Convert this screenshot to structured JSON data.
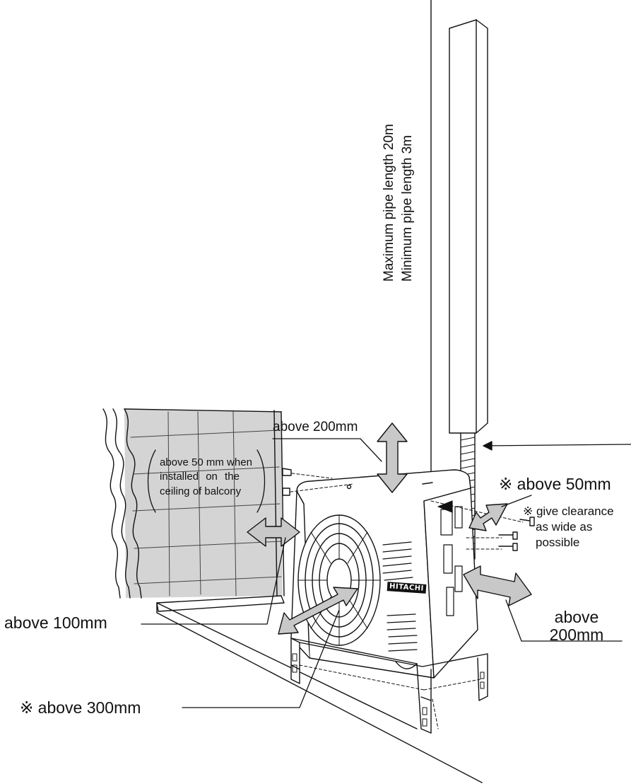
{
  "labels": {
    "pipe_max": "Maximum pipe length 20m",
    "pipe_min": "Minimum pipe length 3m",
    "above_200_top": "above 200mm",
    "balcony_note": [
      "above 50 mm when",
      "installed on the",
      "ceiling of balcony"
    ],
    "above_50_right": "※ above 50mm",
    "clearance_note": [
      "※ give clearance",
      "as wide as",
      "possible"
    ],
    "above_100": "above 100mm",
    "above_200_right": [
      "above",
      "200mm"
    ],
    "above_300": "※ above 300mm",
    "brand": "HITACHI"
  },
  "colors": {
    "line": "#111111",
    "wall_fill": "#d4d4d4",
    "arrow_fill": "#c8c8c8"
  }
}
